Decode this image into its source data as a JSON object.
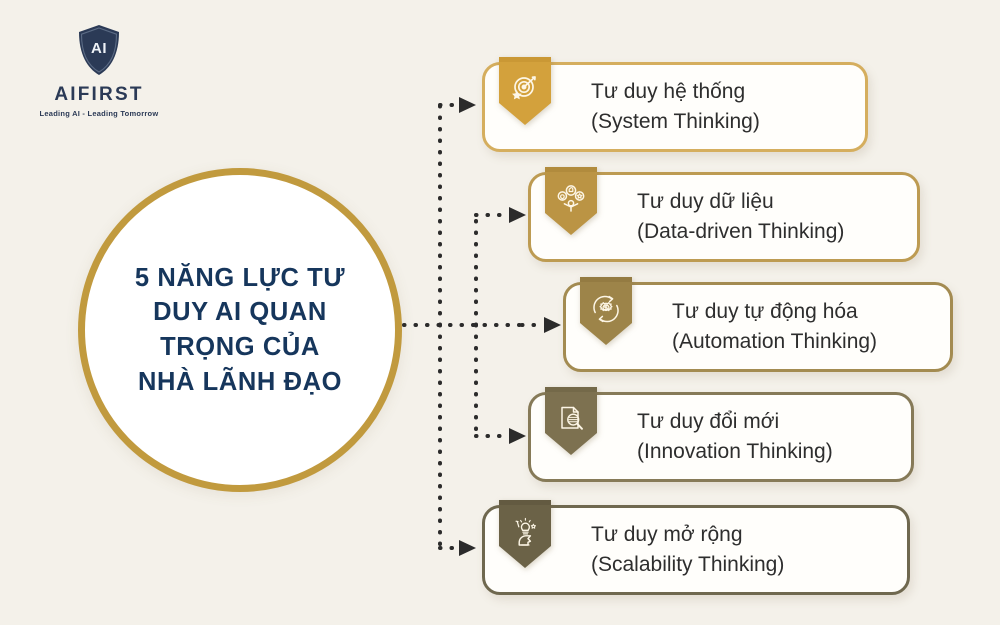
{
  "background_color": "#f4f1ea",
  "logo": {
    "name": "AIFIRST",
    "shield_letters": "AI",
    "tagline": "Leading AI - Leading Tomorrow",
    "color": "#2b3a56"
  },
  "center": {
    "title_lines": [
      "5 NĂNG LỰC TƯ",
      "DUY AI QUAN",
      "TRỌNG CỦA",
      "NHÀ LÃNH ĐẠO"
    ],
    "title_full": "5 NĂNG LỰC TƯ DUY AI QUAN TRỌNG CỦA NHÀ LÃNH ĐẠO",
    "text_color": "#16365c",
    "border_color": "#c19a3e",
    "fill_color": "#ffffff"
  },
  "connector": {
    "style": "dotted",
    "color": "#2b2b2b",
    "arrowhead": "solid-triangle"
  },
  "items": [
    {
      "index": 1,
      "title_vi": "Tư duy hệ thống",
      "title_en": "(System Thinking)",
      "icon": "target-dartboard-icon",
      "badge_color": "#d3a13c",
      "border_color": "#d5ae5e"
    },
    {
      "index": 2,
      "title_vi": "Tư duy dữ liệu",
      "title_en": "(Data-driven Thinking)",
      "icon": "people-feedback-icon",
      "badge_color": "#bb9444",
      "border_color": "#bd9b52"
    },
    {
      "index": 3,
      "title_vi": "Tư duy tự động hóa",
      "title_en": "(Automation Thinking)",
      "icon": "gear-cycle-dollar-icon",
      "badge_color": "#9d8449",
      "border_color": "#a38b51"
    },
    {
      "index": 4,
      "title_vi": "Tư duy đổi mới",
      "title_en": "(Innovation Thinking)",
      "icon": "document-magnifier-icon",
      "badge_color": "#7d7150",
      "border_color": "#867a58"
    },
    {
      "index": 5,
      "title_vi": "Tư duy mở rộng",
      "title_en": "(Scalability Thinking)",
      "icon": "head-lightbulb-icon",
      "badge_color": "#6b6247",
      "border_color": "#6f684f"
    }
  ]
}
